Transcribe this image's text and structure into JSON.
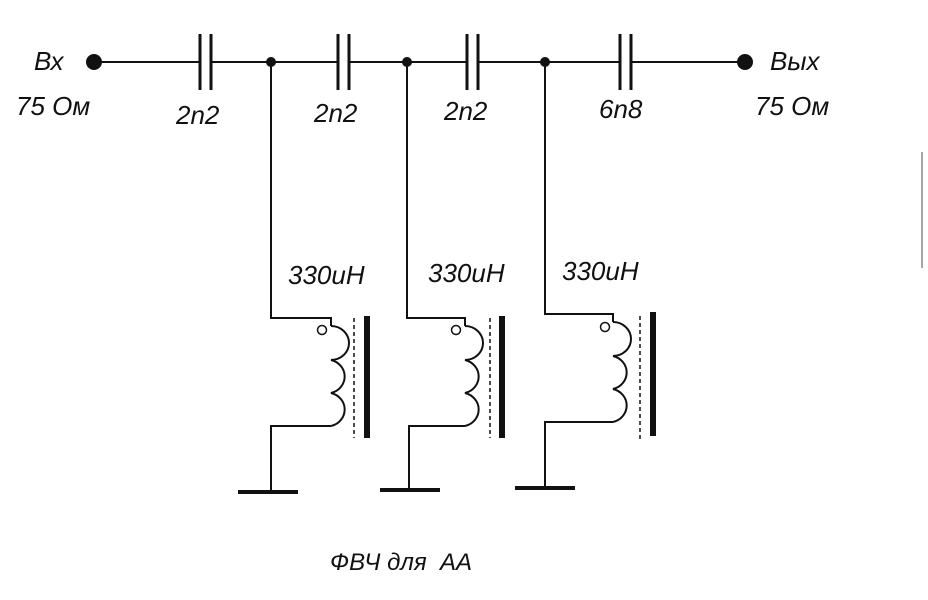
{
  "input": {
    "label": "Вх",
    "impedance": "75 Ом"
  },
  "output": {
    "label": "Вых",
    "impedance": "75 Ом"
  },
  "capacitors": [
    {
      "value": "2n2"
    },
    {
      "value": "2n2"
    },
    {
      "value": "2n2"
    },
    {
      "value": "6n8"
    }
  ],
  "inductors": [
    {
      "value": "330uH"
    },
    {
      "value": "330uH"
    },
    {
      "value": "330uH"
    }
  ],
  "caption": "ФВЧ для  АА",
  "colors": {
    "line": "#111111",
    "background": "#ffffff"
  }
}
